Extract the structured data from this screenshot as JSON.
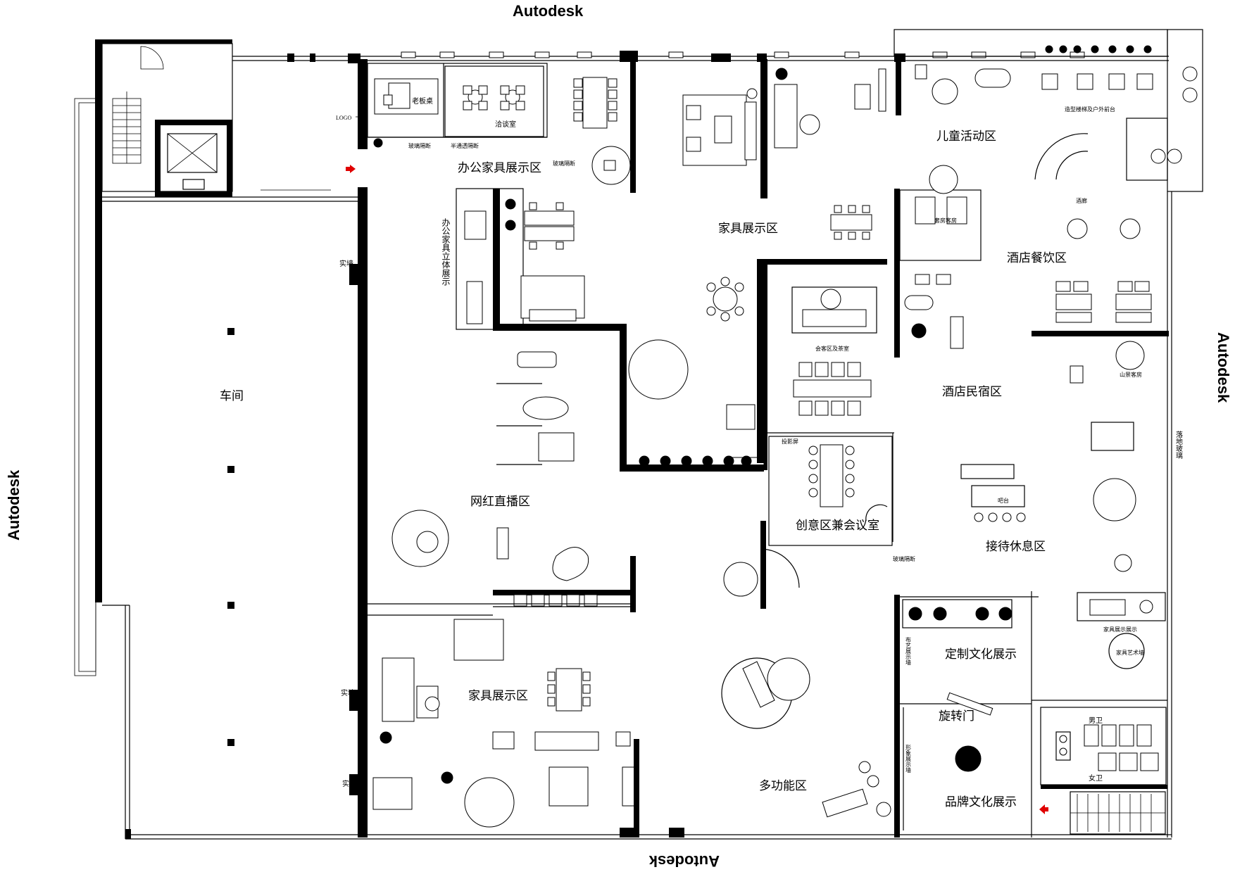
{
  "watermarks": {
    "top": "Autodesk",
    "right": "Autodesk",
    "bottom": "Autodesk",
    "left": "Autodesk"
  },
  "rooms": {
    "boss_desk": "老板桌",
    "negotiation": "洽谈室",
    "logo": "LOGO",
    "glass_partition_1": "玻璃隔断",
    "semi_transparent": "半通透隔断",
    "glass_partition_2": "玻璃隔断",
    "office_display": "办公家具展示区",
    "office_3d": "办公家具立体展示",
    "furniture_display_top": "家具展示区",
    "kids_area": "儿童活动区",
    "hotel_dining": "酒店餐饮区",
    "bar_top": "造型楼梯及户外前台",
    "bar_label": "酒廊",
    "hotel_bnb": "酒店民宿区",
    "workshop": "车间",
    "solid_wall_1": "实墙",
    "solid_wall_2": "实墙",
    "solid_wall_3": "实墙",
    "livestream": "网红直播区",
    "creative": "创意区兼会议室",
    "glass_partition_3": "玻璃隔断",
    "reception": "接待休息区",
    "bar_counter": "吧台",
    "furniture_display_bottom": "家具展示区",
    "multi": "多功能区",
    "custom_culture": "定制文化展示",
    "revolving_door": "旋转门",
    "brand_culture": "品牌文化展示",
    "mens": "男卫",
    "womens": "女卫",
    "floor_glass": "落地玻璃",
    "projection": "投影屏",
    "living_meeting": "会客区及茶室",
    "mountain_view": "山景客房",
    "suite": "套房客房",
    "cloth_display": "布艺展示墙",
    "image_display": "形象展示墙",
    "furniture_exhibit": "家具展示展示",
    "furniture_art": "家具艺术墙"
  }
}
